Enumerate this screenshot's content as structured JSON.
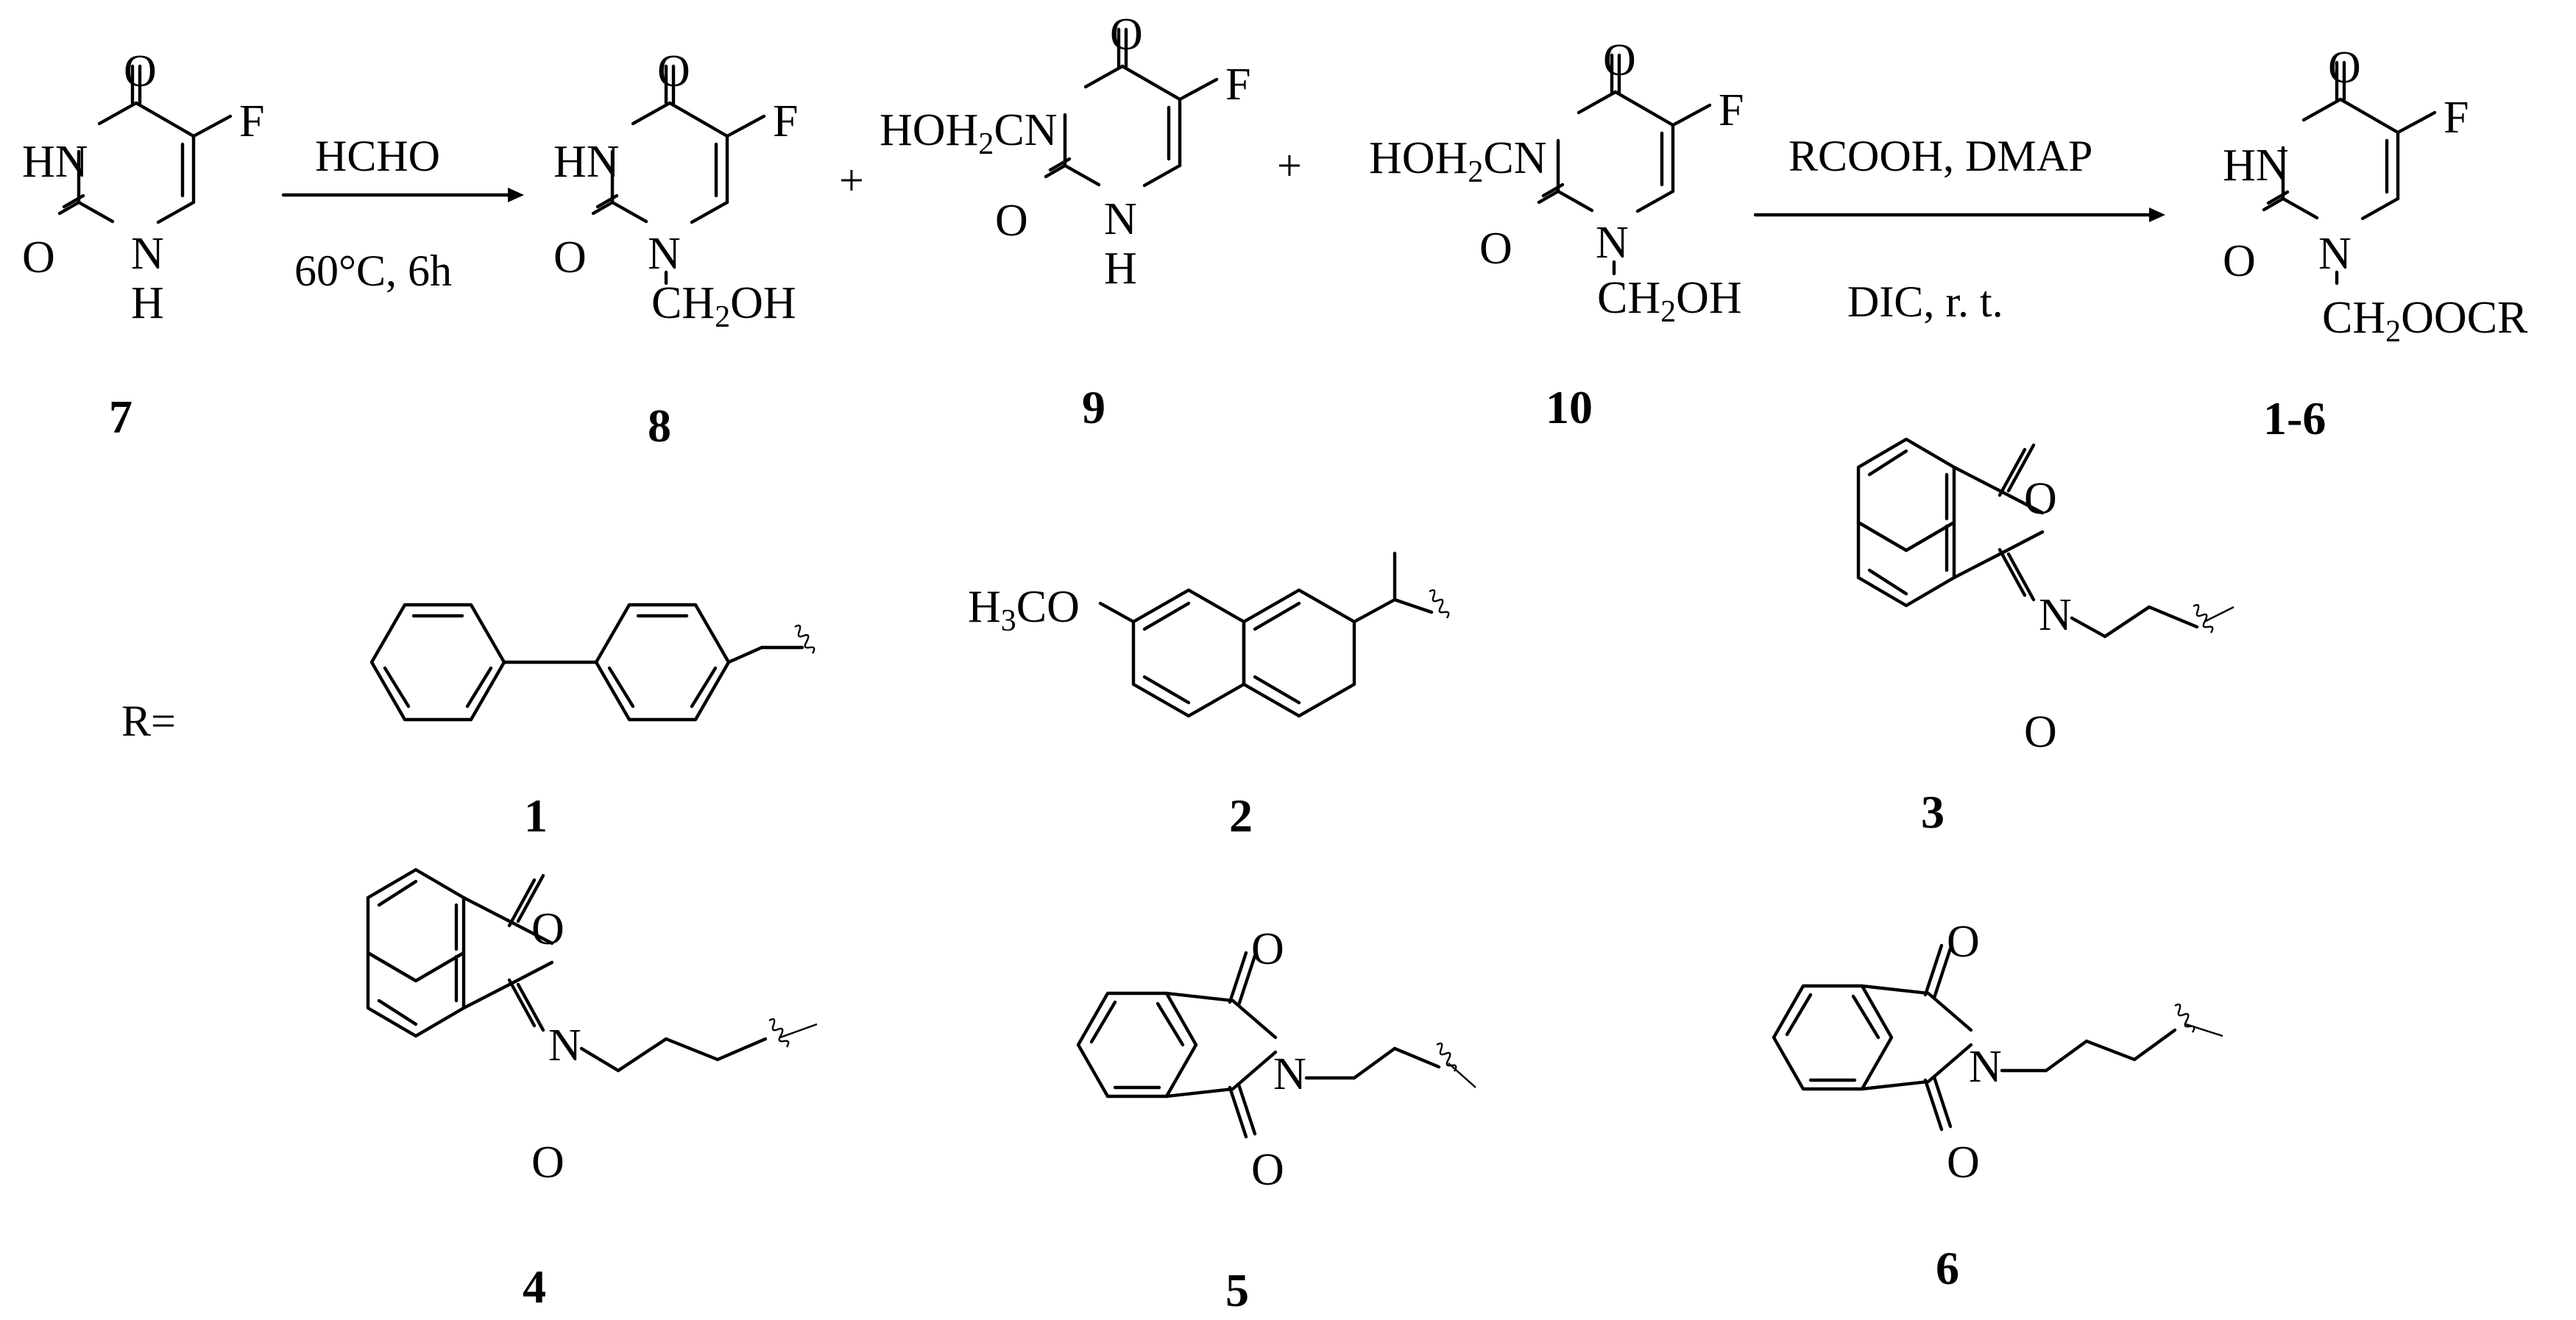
{
  "reaction": {
    "step1": {
      "reagent": "HCHO",
      "conditions": "60°C, 6h"
    },
    "step2": {
      "reagent": "RCOOH, DMAP",
      "conditions": "DIC, r. t."
    },
    "plus": "+"
  },
  "atoms": {
    "O": "O",
    "HN": "HN",
    "N": "N",
    "F": "F",
    "H": "H",
    "NH": "NH",
    "CH": "CH",
    "two": "2",
    "three": "3",
    "OH": "OH",
    "OOCR": "OOCR",
    "HOH": "HOH",
    "C": "C",
    "CO": "CO",
    "O2": "O"
  },
  "compounds": {
    "c7": "7",
    "c8": "8",
    "c9": "9",
    "c10": "10",
    "c16": "1-6",
    "c1": "1",
    "c2": "2",
    "c3": "3",
    "c4": "4",
    "c5": "5",
    "c6": "6"
  },
  "r_label": "R="
}
